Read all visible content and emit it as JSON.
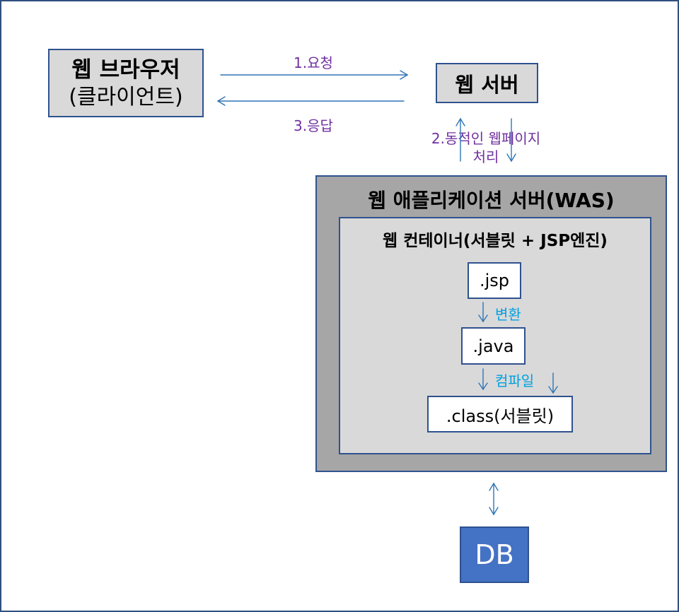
{
  "client": {
    "title": "웹 브라우저",
    "subtitle": "(클라이언트)"
  },
  "web_server": {
    "label": "웹 서버"
  },
  "flow": {
    "request": "1.요청",
    "response": "3.응답",
    "dynamic_line1": "2.동적인 웹페이지",
    "dynamic_line2": "처리"
  },
  "was": {
    "title": "웹 애플리케이션 서버(WAS)",
    "container_title": "웹 컨테이너(서블릿 + JSP엔진)",
    "jsp": ".jsp",
    "convert": "변환",
    "java": ".java",
    "compile": "컴파일",
    "class": ".class(서블릿)"
  },
  "db": {
    "label": "DB"
  },
  "colors": {
    "border": "#2f528f",
    "arrow": "#2e75b6",
    "purple_text": "#7030a0",
    "cyan_text": "#00a0e0",
    "gray_fill": "#d9d9d9",
    "dark_gray_fill": "#a6a6a6",
    "db_fill": "#4472c4"
  }
}
